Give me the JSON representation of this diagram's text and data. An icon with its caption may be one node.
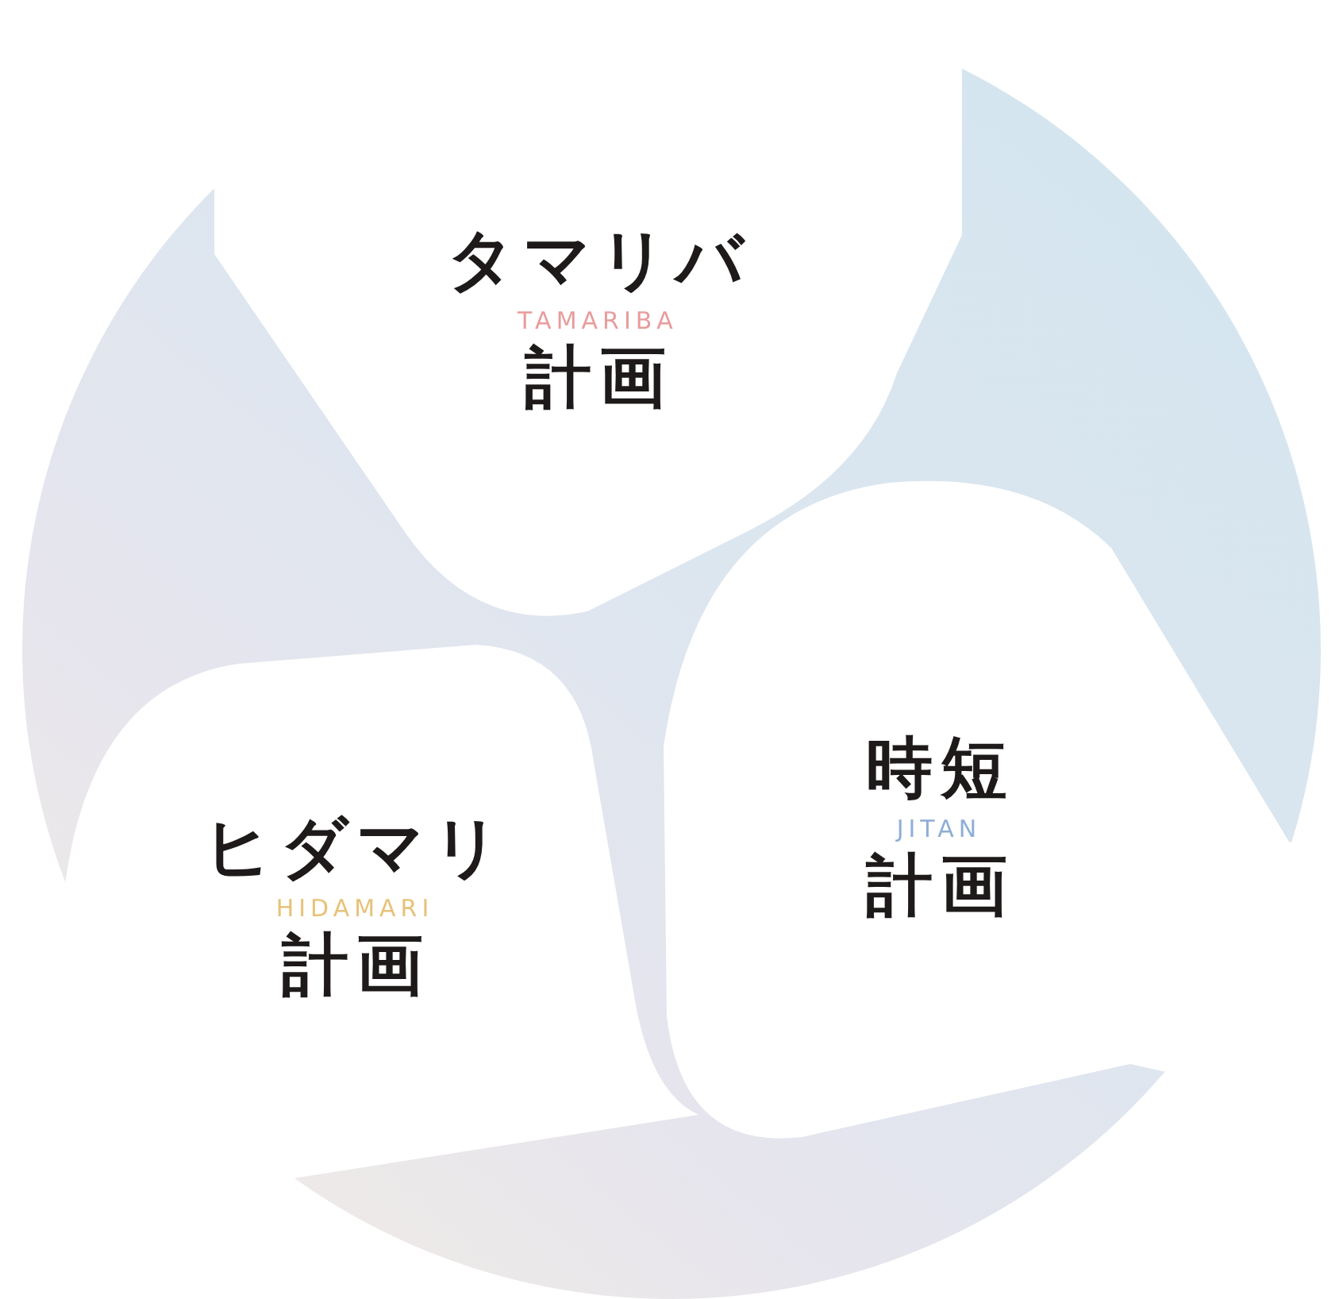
{
  "diagram": {
    "nodes": [
      {
        "text": [],
        "shape": "circle"
      },
      {
        "text": [
          "タマリバ",
          "TAMARIBA",
          "計画"
        ],
        "in": 0
      },
      {
        "text": [
          "ヒダマリ",
          "HIDAMARI",
          "計画"
        ],
        "in": 0
      },
      {
        "text": [
          "時短",
          "JITAN",
          "計画"
        ],
        "in": 0
      }
    ]
  }
}
